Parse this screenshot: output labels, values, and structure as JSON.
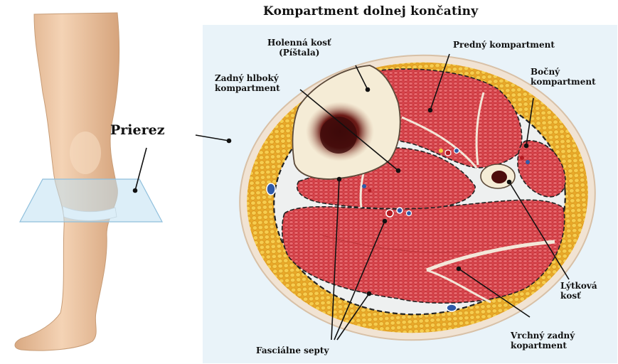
{
  "title": "Kompartment dolnej končatiny",
  "cross_section_label": "Prierez",
  "labels": {
    "tibia_line1": "Holenná kosť",
    "tibia_line2": "(Píštala)",
    "anterior": "Predný kompartment",
    "deep_posterior_line1": "Zadný hlboký",
    "deep_posterior_line2": "kompartment",
    "lateral_line1": "Bočný",
    "lateral_line2": "kompartment",
    "fibula_line1": "Lýtková",
    "fibula_line2": "kosť",
    "superficial_posterior_line1": "Vrchný zadný",
    "superficial_posterior_line2": "kopartment",
    "septa": "Fasciálne septy"
  },
  "colors": {
    "muscle": "#d9434a",
    "fat": "#f2bf3a",
    "bone": "#f3ead3",
    "marrow": "#5a1010",
    "panel": "#e9f3f9",
    "skin": "#efc8a5"
  }
}
